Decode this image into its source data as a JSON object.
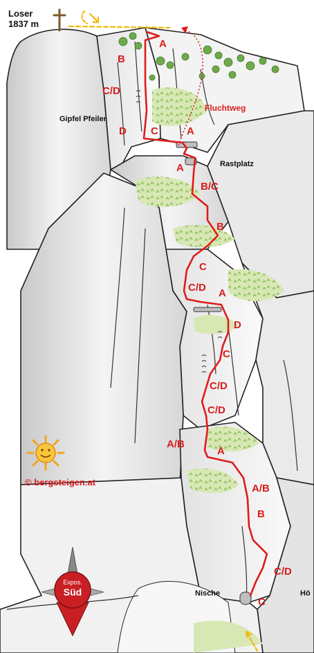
{
  "summit": {
    "name": "Loser",
    "altitude": "1837 m"
  },
  "places": {
    "pillar": "Gipfel Pfeiler",
    "rest": "Rastplatz",
    "niche": "Nische",
    "right_cut": "Hö"
  },
  "escape_route": "Fluchtweg",
  "grades": [
    "A",
    "B",
    "C/D",
    "D",
    "C",
    "A",
    "A",
    "B/C",
    "B",
    "C",
    "C/D",
    "A",
    "D",
    "C",
    "C/D",
    "C/D",
    "A/B",
    "A",
    "A/B",
    "B",
    "C/D",
    "C"
  ],
  "credit": "© bergsteigen.at",
  "compass": {
    "line1": "Expos.",
    "line2": "Süd"
  },
  "colors": {
    "route": "#e01b1b",
    "escape": "#e01b1b",
    "trees": "#6fa94a",
    "grass": "#cfe3a8",
    "rock_shade": "#cfcfcf",
    "sun": "#f5a41c",
    "compass": "#c91f24"
  }
}
